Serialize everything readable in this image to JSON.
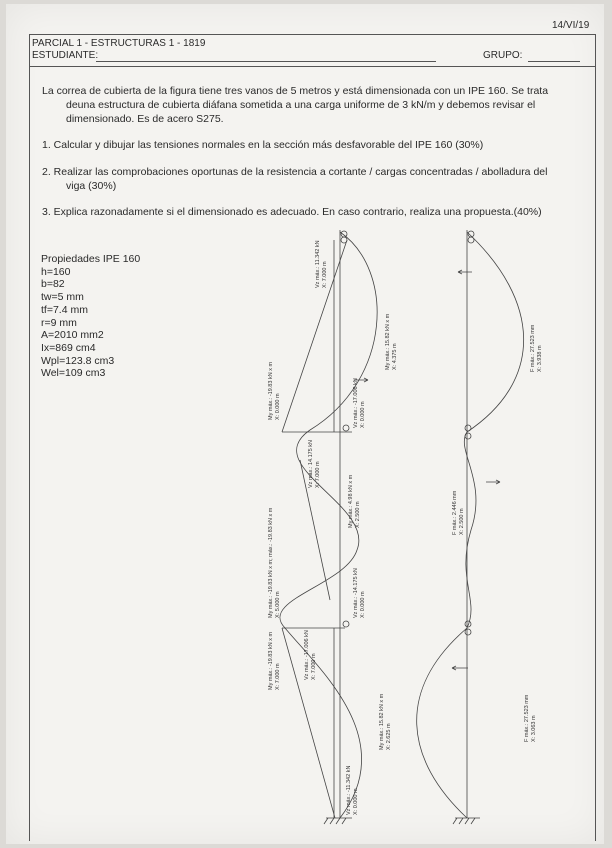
{
  "header": {
    "date": "14/VI/19",
    "title": "PARCIAL 1 - ESTRUCTURAS 1 - 1819",
    "student_label": "ESTUDIANTE:",
    "group_label": "GRUPO:"
  },
  "intro": {
    "line1": "La correa de cubierta de la figura tiene tres vanos de 5 metros y está dimensionada con un IPE 160. Se trata",
    "line2": "deuna estructura de cubierta diáfana sometida a una carga uniforme de 3 kN/m y debemos revisar el",
    "line3": "dimensionado. Es de acero S275."
  },
  "questions": [
    {
      "l1": "1. Calcular y dibujar las tensiones normales en la sección más desfavorable del IPE 160 (30%)",
      "l2": ""
    },
    {
      "l1": "2. Realizar las comprobaciones oportunas de la resistencia a cortante / cargas concentradas / abolladura del",
      "l2": "viga (30%)"
    },
    {
      "l1": "3. Explica razonadamente si el dimensionado es adecuado. En caso contrario, realiza una propuesta.(40%)",
      "l2": ""
    }
  ],
  "properties": {
    "title": "Propiedades IPE 160",
    "items": [
      "h=160",
      "b=82",
      "tw=5 mm",
      "tf=7.4 mm",
      "r=9 mm",
      "A=2010 mm2",
      "Ix=869 cm4",
      "Wpl=123.8 cm3",
      "Wel=109 cm3"
    ]
  },
  "diagram_labels": {
    "vz1a": "Vz máx.: 11.342 kN",
    "vz1b": "X: 7.000 m",
    "my1a": "My máx.: 15.82 kN x m",
    "my1b": "X: 4.375 m",
    "myneg1a": "My máx.: -19.83 kN x m",
    "myneg1b": "X: 0.000 m",
    "vzneg1a": "Vz máx.: -17.006 kN",
    "vzneg1b": "X: 0.000 m",
    "vz2a": "Vz máx.: 14.175 kN",
    "vz2b": "X: 7.000 m",
    "my2a": "My máx.: 4.98 kN x m",
    "my2b": "X: 2.500 m",
    "myneg2a": "My máx.: -19.83 kN x m; máx.: -19.83 kN x m",
    "myneg2b": "X: 5.000 m",
    "vzneg2a": "Vz máx.: -14.175 kN",
    "vzneg2b": "X: 0.000 m",
    "myneg3a": "My máx.: -19.83 kN x m",
    "myneg3b": "X: 7.000 m",
    "vzneg3a": "Vz máx.: -17.006 kN",
    "vzneg3b": "X: 7.000 m",
    "my3a": "My máx.: 15.82 kN x m",
    "my3b": "X: 2.625 m",
    "vz3a": "Vz máx.: -11.342 kN",
    "vz3b": "X: 0.000 m",
    "f1a": "F máx.: 27.523 mm",
    "f1b": "X: 3.938 m",
    "f2a": "F máx.: 2.446 mm",
    "f2b": "X: 2.500 m",
    "f3a": "F máx.: 27.523 mm",
    "f3b": "X: 3.063 m"
  }
}
